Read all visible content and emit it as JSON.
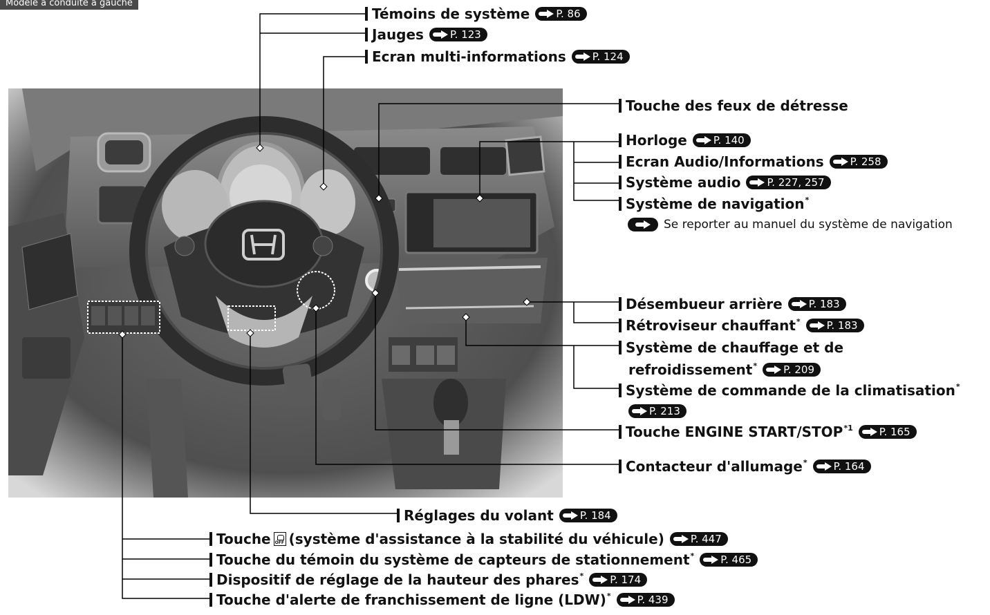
{
  "header_tag": "Modèle à conduite à gauche",
  "labels": {
    "temoins": {
      "text": "Témoins de système",
      "ref": "P. 86"
    },
    "jauges": {
      "text": "Jauges",
      "ref": "P. 123"
    },
    "ecran_multi": {
      "text": "Ecran multi-informations",
      "ref": "P. 124"
    },
    "detresse": {
      "text": "Touche des feux de détresse"
    },
    "horloge": {
      "text": "Horloge",
      "ref": "P. 140"
    },
    "ecran_audio": {
      "text": "Ecran Audio/Informations",
      "ref": "P. 258"
    },
    "systeme_audio": {
      "text": "Système audio",
      "ref": "P. 227, 257"
    },
    "navigation": {
      "text": "Système de navigation",
      "star": "*"
    },
    "navigation_note": {
      "text": "Se reporter au manuel du système de navigation"
    },
    "desembueur": {
      "text": "Désembueur arrière",
      "ref": "P. 183"
    },
    "retroviseur": {
      "text": "Rétroviseur chauffant",
      "star": "*",
      "ref": "P. 183"
    },
    "chauffage_l1": {
      "text": "Système de chauffage et de"
    },
    "chauffage_l2": {
      "text": "refroidissement",
      "star": "*",
      "ref": "P. 209"
    },
    "climatisation": {
      "text": "Système de commande de la climatisation",
      "star": "*"
    },
    "climatisation_ref": {
      "ref": "P. 213"
    },
    "engine": {
      "text": "Touche ENGINE START/STOP",
      "star": "*1",
      "ref": "P. 165"
    },
    "contacteur": {
      "text": "Contacteur d'allumage",
      "star": "*",
      "ref": "P. 164"
    },
    "volant": {
      "text": "Réglages du volant",
      "ref": "P. 184"
    },
    "vsa_before": {
      "text": "Touche"
    },
    "vsa_after": {
      "text": "(système d'assistance à la stabilité du véhicule)",
      "ref": "P. 447"
    },
    "capteurs": {
      "text": "Touche du témoin du système de capteurs de stationnement",
      "star": "*",
      "ref": "P. 465"
    },
    "phares": {
      "text": "Dispositif de réglage de la hauteur des phares",
      "star": "*",
      "ref": "P. 174"
    },
    "ldw": {
      "text": "Touche d'alerte de franchissement de ligne (LDW)",
      "star": "*",
      "ref": "P. 439"
    }
  },
  "icons": {
    "reference_arrow": "page-reference-arrow-icon",
    "vsa_off": "vsa-off-icon",
    "brand_logo": "honda-logo"
  }
}
